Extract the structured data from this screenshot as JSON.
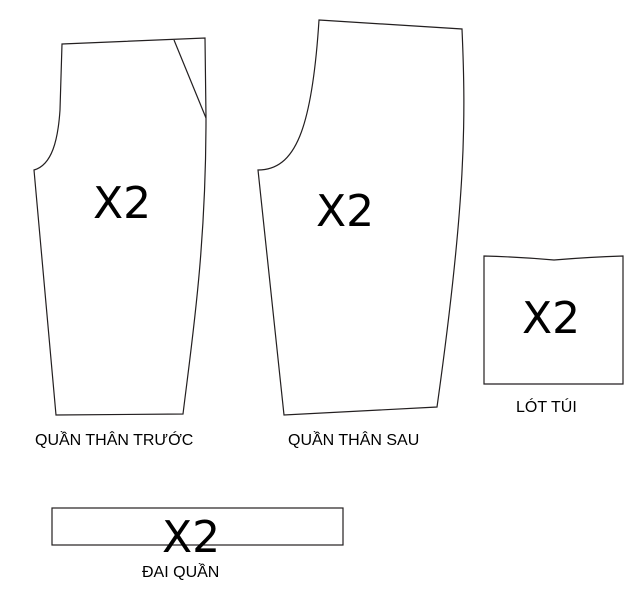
{
  "pieces": {
    "front": {
      "label": "QUẦN THÂN TRƯỚC",
      "quantity": "X2"
    },
    "back": {
      "label": "QUẦN THÂN SAU",
      "quantity": "X2"
    },
    "pocket_lining": {
      "label": "LÓT TÚI",
      "quantity": "X2"
    },
    "waistband": {
      "label": "ĐAI QUẦN",
      "quantity": "X2"
    }
  },
  "colors": {
    "stroke": "#231f20",
    "background": "#ffffff"
  }
}
